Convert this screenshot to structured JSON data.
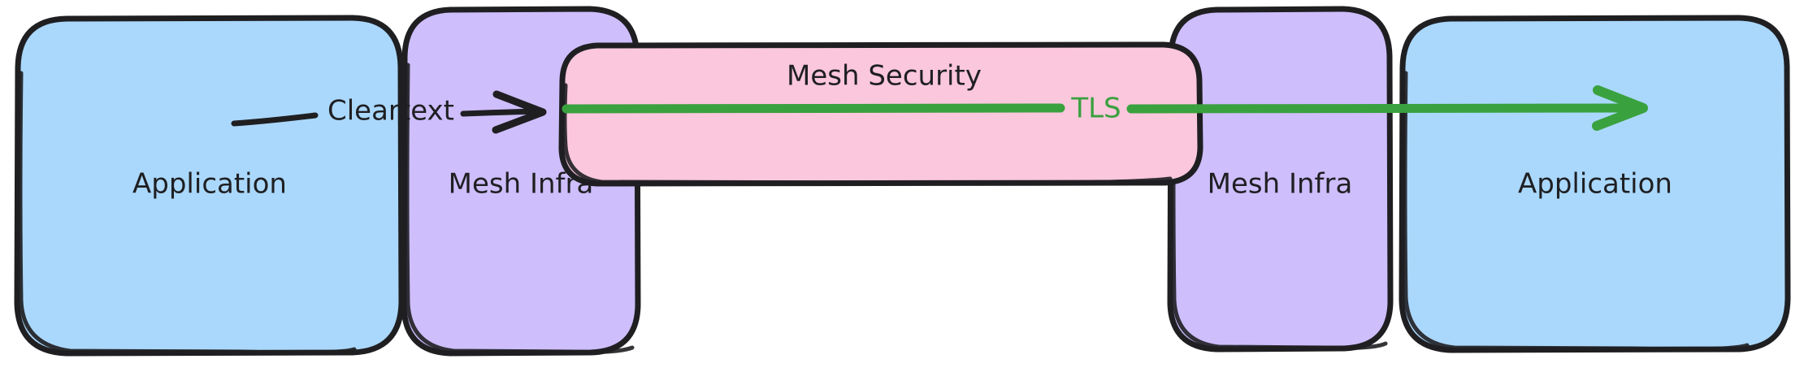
{
  "diagram": {
    "type": "service-mesh-flow",
    "background": "#ffffff",
    "style": "hand-drawn",
    "nodes": [
      {
        "id": "app-left",
        "label": "Application",
        "fill": "#aad8fc",
        "stroke": "#1f1f22"
      },
      {
        "id": "mesh-infra-left",
        "label": "Mesh Infra",
        "fill": "#cebefc",
        "stroke": "#1f1f22"
      },
      {
        "id": "mesh-security",
        "label": "Mesh Security",
        "fill": "#fbc7dd",
        "stroke": "#1f1f22"
      },
      {
        "id": "mesh-infra-right",
        "label": "Mesh Infra",
        "fill": "#cebefc",
        "stroke": "#1f1f22"
      },
      {
        "id": "app-right",
        "label": "Application",
        "fill": "#aad8fc",
        "stroke": "#1f1f22"
      }
    ],
    "edges": [
      {
        "id": "cleartext-edge",
        "label": "Cleartext",
        "from": "app-left",
        "to": "mesh-infra-left",
        "color": "#1f1f22",
        "label_color": "#1f1f22",
        "arrow": "end"
      },
      {
        "id": "tls-edge",
        "label": "TLS",
        "from": "mesh-infra-left",
        "to": "app-right",
        "color": "#3aa13f",
        "label_color": "#3aa13f",
        "arrow": "end"
      }
    ],
    "colors": {
      "application_fill": "#aad8fc",
      "mesh_infra_fill": "#cebefc",
      "mesh_security_fill": "#fbc7dd",
      "outline": "#1f1f22",
      "tls_green": "#3aa13f",
      "cleartext_black": "#1f1f22"
    }
  }
}
